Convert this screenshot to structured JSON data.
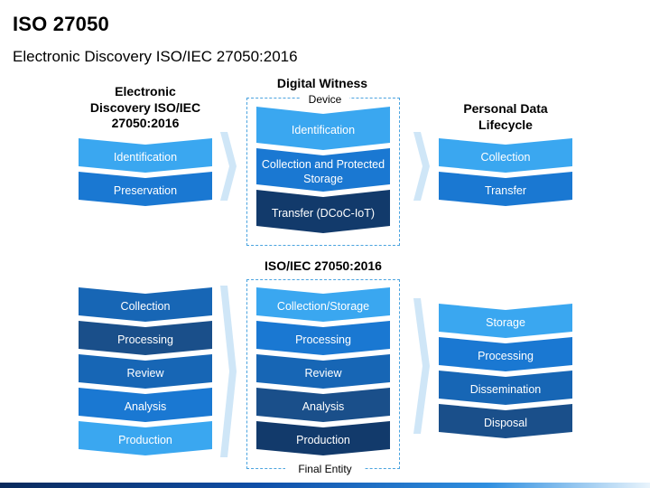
{
  "title": "ISO 27050",
  "subtitle": "Electronic Discovery ISO/IEC 27050:2016",
  "top": {
    "left_heading": "Electronic Discovery ISO/IEC 27050:2016",
    "center_heading": "Digital Witness",
    "center_tag": "Device",
    "right_heading": "Personal Data Lifecycle",
    "left_items": [
      "Identification",
      "Preservation"
    ],
    "center_items": [
      "Identification",
      "Collection and Protected Storage",
      "Transfer (DCoC-IoT)"
    ],
    "right_items": [
      "Collection",
      "Transfer"
    ]
  },
  "bottom": {
    "center_heading": "ISO/IEC 27050:2016",
    "center_tag": "Final Entity",
    "left_items": [
      "Collection",
      "Processing",
      "Review",
      "Analysis",
      "Production"
    ],
    "center_items": [
      "Collection/Storage",
      "Processing",
      "Review",
      "Analysis",
      "Production"
    ],
    "right_items": [
      "Storage",
      "Processing",
      "Dissemination",
      "Disposal"
    ]
  },
  "colors": {
    "light": "#3aa7f0",
    "mid": "#1a78d2",
    "blue": "#1766b5",
    "dark": "#1a4f8a",
    "navy": "#123a6b",
    "arrow": "#cfe6f7"
  }
}
